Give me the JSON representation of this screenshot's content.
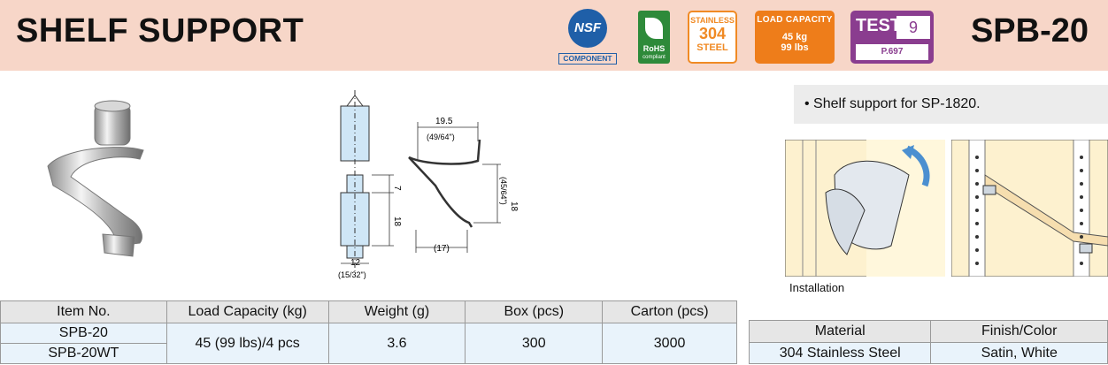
{
  "header": {
    "title": "SHELF SUPPORT",
    "model": "SPB-20",
    "colors": {
      "band": "#f7d6c8",
      "nsf": "#1f5fa8",
      "rohs": "#2e8a3a",
      "steel": "#f08a24",
      "load": "#ee7d1a",
      "test": "#8a3d8f"
    }
  },
  "badges": {
    "nsf": {
      "mark": "NSF",
      "label": "COMPONENT"
    },
    "rohs": {
      "line1": "RoHS",
      "line2": "compliant"
    },
    "steel": {
      "line1": "STAINLESS",
      "line2": "304",
      "line3": "STEEL"
    },
    "load": {
      "title": "LOAD CAPACITY",
      "kg": "45 kg",
      "lbs": "99 lbs"
    },
    "test": {
      "word": "TEST",
      "number": "9",
      "page": "P.697"
    }
  },
  "description": "• Shelf support for SP-1820.",
  "installation_label": "Installation",
  "drawing": {
    "dim_width": "19.5",
    "dim_width_in": "(49/64\")",
    "dim_height": "18",
    "dim_height_in": "(45/64\")",
    "dim_depth": "(17)",
    "dim_7": "7",
    "dim_18": "18",
    "dim_12": "12",
    "dim_12_in": "(15/32\")"
  },
  "spec_table": {
    "headers": [
      "Item No.",
      "Load Capacity (kg)",
      "Weight (g)",
      "Box (pcs)",
      "Carton (pcs)"
    ],
    "items": [
      "SPB-20",
      "SPB-20WT"
    ],
    "load_capacity": "45 (99 lbs)/4 pcs",
    "weight": "3.6",
    "box": "300",
    "carton": "3000"
  },
  "material_table": {
    "headers": [
      "Material",
      "Finish/Color"
    ],
    "material": "304 Stainless Steel",
    "finish": "Satin, White"
  }
}
